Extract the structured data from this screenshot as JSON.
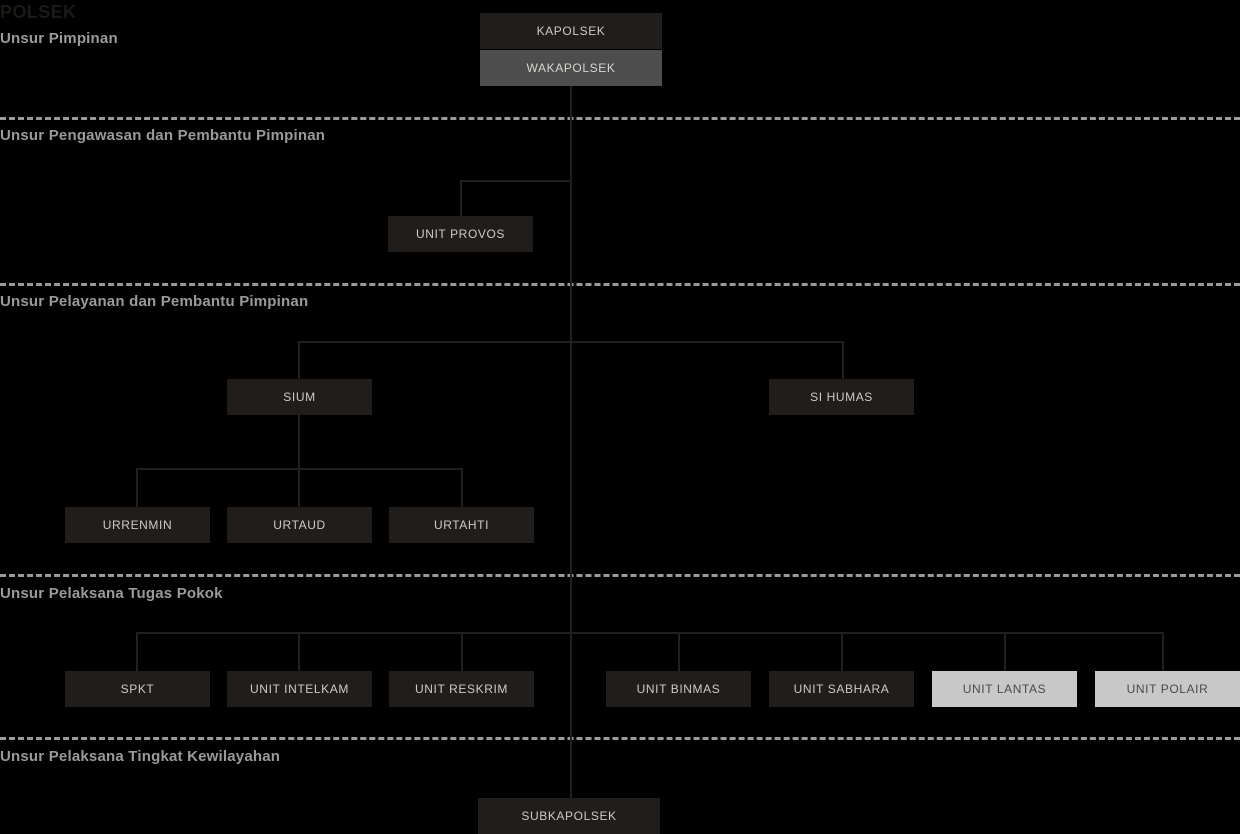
{
  "chart": {
    "title": "POLSEK",
    "background_color": "#000000",
    "box_dark_color": "#211d1b",
    "box_mid_color": "#4d4d4d",
    "box_light_color": "#c8c8c8",
    "line_color": "#231f1c",
    "label_color": "#9a9a9a"
  },
  "sections": [
    {
      "label": "Unsur Pimpinan"
    },
    {
      "label": "Unsur Pengawasan dan Pembantu Pimpinan"
    },
    {
      "label": "Unsur Pelayanan dan Pembantu Pimpinan"
    },
    {
      "label": "Unsur Pelaksana Tugas Pokok"
    },
    {
      "label": "Unsur Pelaksana Tingkat Kewilayahan"
    }
  ],
  "nodes": {
    "kapolsek": "KAPOLSEK",
    "wakapolsek": "WAKAPOLSEK",
    "unit_provos": "UNIT PROVOS",
    "sium": "SIUM",
    "si_humas": "SI HUMAS",
    "urrenmin": "URRENMIN",
    "urtaud": "URTAUD",
    "urtahti": "URTAHTI",
    "spkt": "SPKT",
    "unit_intelkam": "UNIT INTELKAM",
    "unit_reskrim": "UNIT RESKRIM",
    "unit_binmas": "UNIT BINMAS",
    "unit_sabhara": "UNIT SABHARA",
    "unit_lantas": "UNIT LANTAS",
    "unit_polair": "UNIT POLAIR",
    "subkapolsek": "SUBKAPOLSEK"
  }
}
